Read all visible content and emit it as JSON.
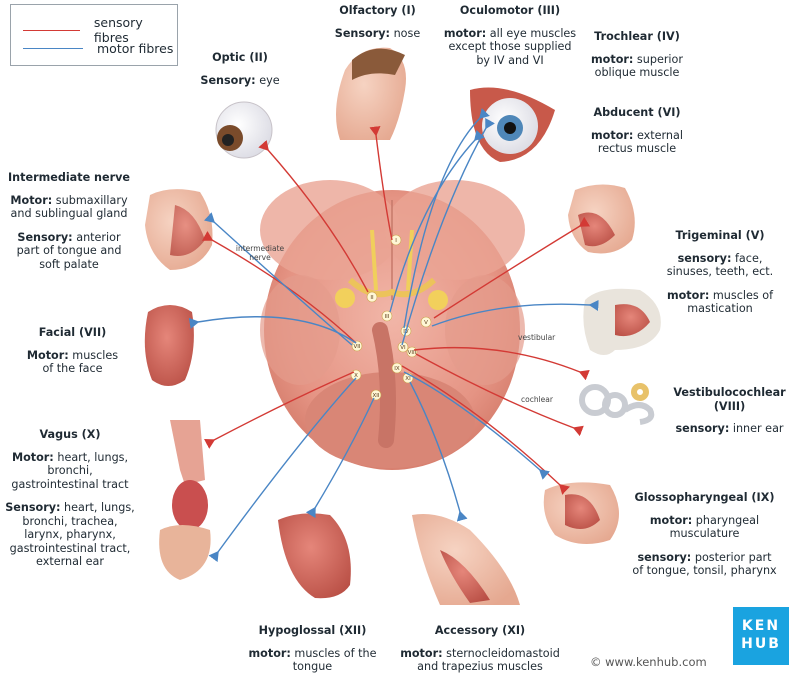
{
  "legend": {
    "sensory_label": "sensory fibres",
    "motor_label": "motor fibres",
    "sensory_color": "#d33a35",
    "motor_color": "#4a86c5"
  },
  "olfactory": {
    "title": "Olfactory (I)",
    "p1_key": "Sensory:",
    "p1_val": " nose"
  },
  "optic": {
    "title": "Optic (II)",
    "p1_key": "Sensory:",
    "p1_val": " eye"
  },
  "oculomotor": {
    "title": "Oculomotor (III)",
    "p1_key": "motor:",
    "p1_val": " all eye muscles except those supplied by IV and VI"
  },
  "trochlear": {
    "title": "Trochlear (IV)",
    "p1_key": "motor:",
    "p1_val": " superior oblique muscle"
  },
  "abducent": {
    "title": "Abducent (VI)",
    "p1_key": "motor:",
    "p1_val": " external rectus muscle"
  },
  "intermediate": {
    "title": "Intermediate nerve",
    "p1_key": "Motor:",
    "p1_val": " submaxillary and sublingual gland",
    "p2_key": "Sensory:",
    "p2_val": " anterior part of tongue and soft palate"
  },
  "trigeminal": {
    "title": "Trigeminal (V)",
    "p1_key": "sensory:",
    "p1_val": " face, sinuses, teeth, ect.",
    "p2_key": "motor:",
    "p2_val": " muscles of mastication"
  },
  "facial": {
    "title": "Facial (VII)",
    "p1_key": "Motor:",
    "p1_val": " muscles of the face"
  },
  "vestibulocochlear": {
    "title": "Vestibulocochlear (VIII)",
    "p1_key": "sensory:",
    "p1_val": " inner ear"
  },
  "vagus": {
    "title": "Vagus (X)",
    "p1_key": "Motor:",
    "p1_val": " heart, lungs, bronchi, gastrointestinal tract",
    "p2_key": "Sensory:",
    "p2_val": " heart, lungs, bronchi, trachea, larynx, pharynx, gastrointestinal tract, external ear"
  },
  "glossopharyngeal": {
    "title": "Glossopharyngeal (IX)",
    "p1_key": "motor:",
    "p1_val": " pharyngeal musculature",
    "p2_key": "sensory:",
    "p2_val": " posterior part of tongue, tonsil, pharynx"
  },
  "hypoglossal": {
    "title": "Hypoglossal (XII)",
    "p1_key": "motor:",
    "p1_val": " muscles of the tongue"
  },
  "accessory": {
    "title": "Accessory (XI)",
    "p1_key": "motor:",
    "p1_val": " sternocleidomastoid and trapezius muscles"
  },
  "small_labels": {
    "intermediate": "intermediate nerve",
    "vestibular": "vestibular",
    "cochlear": "cochlear"
  },
  "nerve_numbers": [
    "I",
    "II",
    "III",
    "IV",
    "V",
    "VI",
    "VII",
    "VIII",
    "IX",
    "X",
    "XI",
    "XII"
  ],
  "brand": {
    "line1": "KEN",
    "line2": "HUB",
    "copyright": "© www.kenhub.com"
  }
}
